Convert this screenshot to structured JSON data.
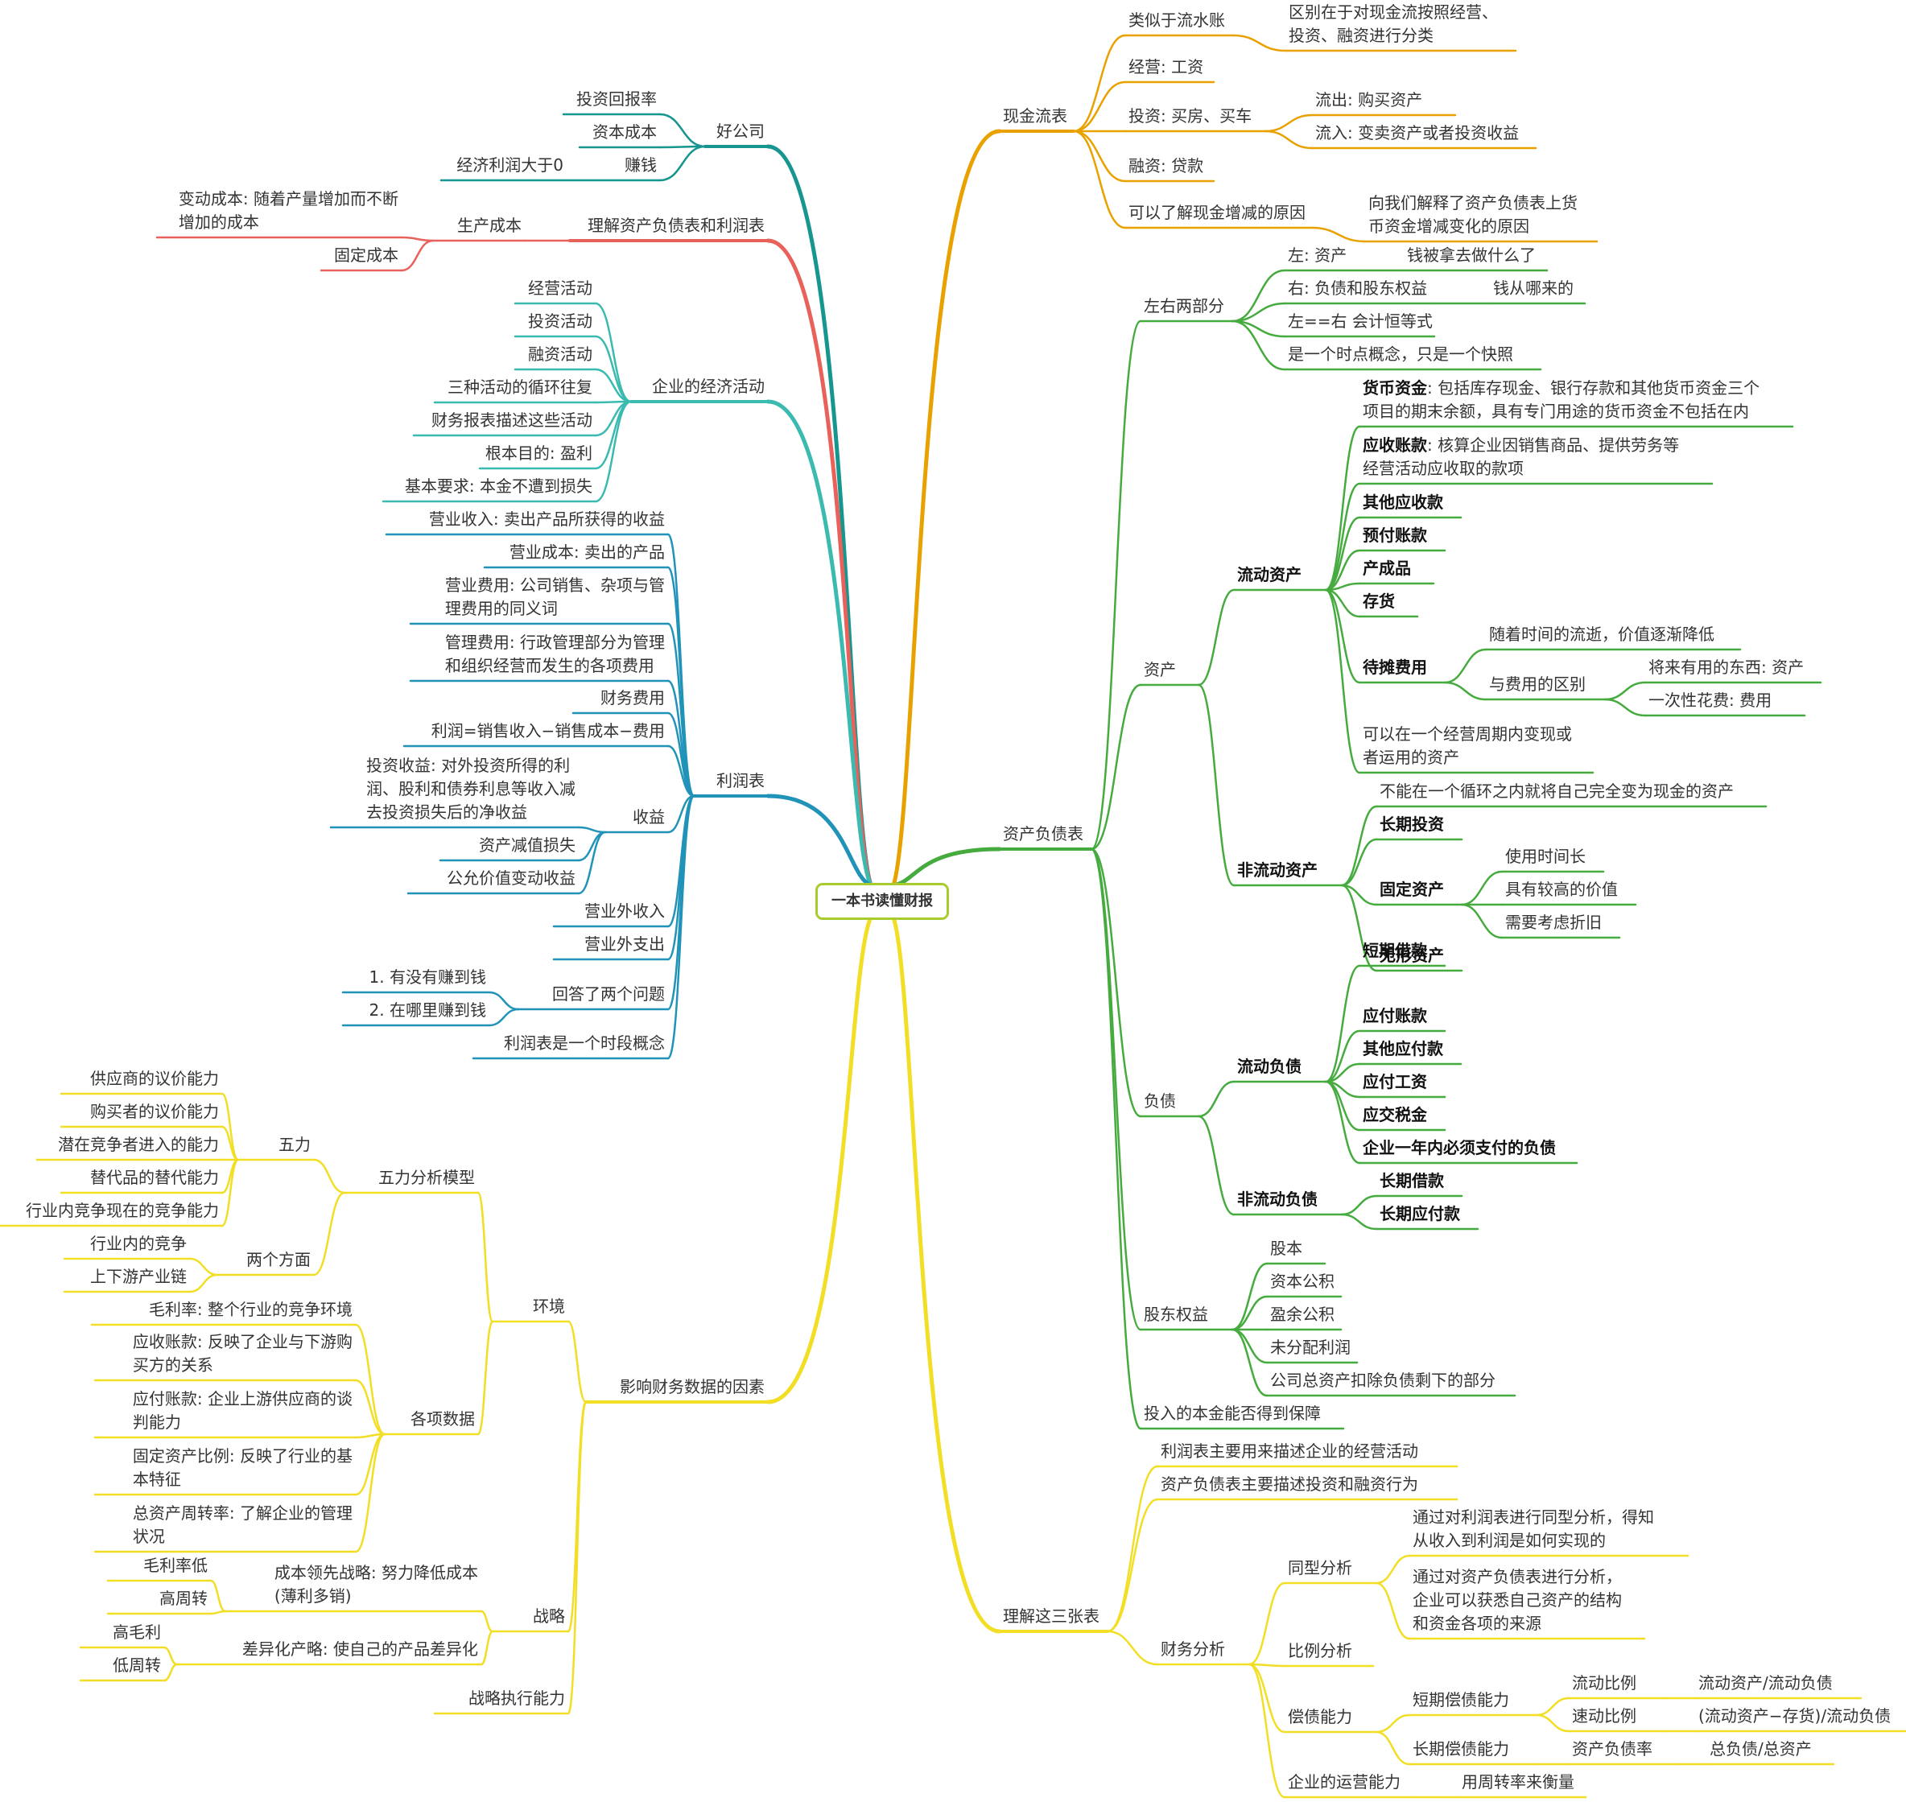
{
  "root": "一本书读懂财报",
  "colors": {
    "cash_flow": "#e9a100",
    "balance_sheet": "#46ab3e",
    "understand_three": "#f2de24",
    "factors": "#f2de24",
    "income_statement": "#2193b8",
    "economic_activities": "#3bbab0",
    "understand_bs_is": "#e8615a",
    "good_company": "#17958f",
    "root_border": "#a8cc2e"
  },
  "nodes": [
    {
      "id": "cf",
      "text": "现金流表"
    },
    {
      "id": "cf1",
      "text": "类似于流水账"
    },
    {
      "id": "cf1a",
      "text": "区别在于对现金流按照经营、\n投资、融资进行分类"
    },
    {
      "id": "cf2",
      "text": "经营: 工资"
    },
    {
      "id": "cf3",
      "text": "投资: 买房、买车"
    },
    {
      "id": "cf3a",
      "text": "流出: 购买资产"
    },
    {
      "id": "cf3b",
      "text": "流入: 变卖资产或者投资收益"
    },
    {
      "id": "cf4",
      "text": "融资: 贷款"
    },
    {
      "id": "cf5",
      "text": "可以了解现金增减的原因"
    },
    {
      "id": "cf5a",
      "text": "向我们解释了资产负债表上货\n币资金增减变化的原因"
    },
    {
      "id": "bs",
      "text": "资产负债表"
    },
    {
      "id": "bs1",
      "text": "左右两部分"
    },
    {
      "id": "bs1a",
      "text": "左: 资产"
    },
    {
      "id": "bs1a1",
      "text": "钱被拿去做什么了"
    },
    {
      "id": "bs1b",
      "text": "右: 负债和股东权益"
    },
    {
      "id": "bs1b1",
      "text": "钱从哪来的"
    },
    {
      "id": "bs1c",
      "text": "左==右 会计恒等式"
    },
    {
      "id": "bs1d",
      "text": "是一个时点概念，只是一个快照"
    },
    {
      "id": "as",
      "text": "资产"
    },
    {
      "id": "ca",
      "text": "流动资产"
    },
    {
      "id": "ca1",
      "bold_part": "货币资金",
      "rest": ": 包括库存现金、银行存款和其他货币资金三个\n项目的期末余额，具有专门用途的货币资金不包括在内"
    },
    {
      "id": "ca2",
      "bold_part": "应收账款",
      "rest": ": 核算企业因销售商品、提供劳务等\n经营活动应收取的款项"
    },
    {
      "id": "ca3",
      "text": "其他应收款"
    },
    {
      "id": "ca4",
      "text": "预付账款"
    },
    {
      "id": "ca5",
      "text": "产成品"
    },
    {
      "id": "ca6",
      "text": "存货"
    },
    {
      "id": "ca7",
      "text": "待摊费用"
    },
    {
      "id": "ca7a",
      "text": "随着时间的流逝，价值逐渐降低"
    },
    {
      "id": "ca7b",
      "text": "与费用的区别"
    },
    {
      "id": "ca7b1",
      "text": "将来有用的东西: 资产"
    },
    {
      "id": "ca7b2",
      "text": "一次性花费: 费用"
    },
    {
      "id": "ca8",
      "text": "可以在一个经营周期内变现或\n者运用的资产"
    },
    {
      "id": "nca",
      "text": "非流动资产"
    },
    {
      "id": "nca1",
      "text": "不能在一个循环之内就将自己完全变为现金的资产"
    },
    {
      "id": "nca2",
      "text": "长期投资"
    },
    {
      "id": "nca3",
      "text": "固定资产"
    },
    {
      "id": "nca3a",
      "text": "使用时间长"
    },
    {
      "id": "nca3b",
      "text": "具有较高的价值"
    },
    {
      "id": "nca3c",
      "text": "需要考虑折旧"
    },
    {
      "id": "nca4",
      "text": "无形资产"
    },
    {
      "id": "li",
      "text": "负债"
    },
    {
      "id": "cl",
      "text": "流动负债"
    },
    {
      "id": "cl1",
      "text": "短期借款"
    },
    {
      "id": "cl2",
      "text": "应付账款"
    },
    {
      "id": "cl3",
      "text": "其他应付款"
    },
    {
      "id": "cl4",
      "text": "应付工资"
    },
    {
      "id": "cl5",
      "text": "应交税金"
    },
    {
      "id": "cl6",
      "text": "企业一年内必须支付的负债"
    },
    {
      "id": "ncl",
      "text": "非流动负债"
    },
    {
      "id": "ncl1",
      "text": "长期借款"
    },
    {
      "id": "ncl2",
      "text": "长期应付款"
    },
    {
      "id": "eq",
      "text": "股东权益"
    },
    {
      "id": "eq1",
      "text": "股本"
    },
    {
      "id": "eq2",
      "text": "资本公积"
    },
    {
      "id": "eq3",
      "text": "盈余公积"
    },
    {
      "id": "eq4",
      "text": "未分配利润"
    },
    {
      "id": "eq5",
      "text": "公司总资产扣除负债剩下的部分"
    },
    {
      "id": "bs5",
      "text": "投入的本金能否得到保障"
    },
    {
      "id": "u3",
      "text": "理解这三张表"
    },
    {
      "id": "u3a",
      "text": "利润表主要用来描述企业的经营活动"
    },
    {
      "id": "u3b",
      "text": "资产负债表主要描述投资和融资行为"
    },
    {
      "id": "fa",
      "text": "财务分析"
    },
    {
      "id": "fa1",
      "text": "同型分析"
    },
    {
      "id": "fa1a",
      "text": "通过对利润表进行同型分析，得知\n从收入到利润是如何实现的"
    },
    {
      "id": "fa1b",
      "text": "通过对资产负债表进行分析，\n企业可以获悉自己资产的结构\n和资金各项的来源"
    },
    {
      "id": "fa2",
      "text": "比例分析"
    },
    {
      "id": "fa3",
      "text": "偿债能力"
    },
    {
      "id": "fa3a",
      "text": "短期偿债能力"
    },
    {
      "id": "fa3a1",
      "text": "流动比例"
    },
    {
      "id": "fa3a1v",
      "text": "流动资产/流动负债"
    },
    {
      "id": "fa3a2",
      "text": "速动比例"
    },
    {
      "id": "fa3a2v",
      "text": "(流动资产−存货)/流动负债"
    },
    {
      "id": "fa3b",
      "text": "长期偿债能力"
    },
    {
      "id": "fa3b1",
      "text": "资产负债率"
    },
    {
      "id": "fa3b1v",
      "text": "总负债/总资产"
    },
    {
      "id": "fa4",
      "text": "企业的运营能力"
    },
    {
      "id": "fa4a",
      "text": "用周转率来衡量"
    },
    {
      "id": "gc",
      "text": "好公司"
    },
    {
      "id": "gc1",
      "text": "投资回报率"
    },
    {
      "id": "gc2",
      "text": "资本成本"
    },
    {
      "id": "gc3",
      "text": "赚钱"
    },
    {
      "id": "gc3a",
      "text": "经济利润大于0"
    },
    {
      "id": "ub",
      "text": "理解资产负债表和利润表"
    },
    {
      "id": "pc",
      "text": "生产成本"
    },
    {
      "id": "pc1",
      "text": "变动成本: 随着产量增加而不断\n增加的成本"
    },
    {
      "id": "pc2",
      "text": "固定成本"
    },
    {
      "id": "ea",
      "text": "企业的经济活动"
    },
    {
      "id": "ea1",
      "text": "经营活动"
    },
    {
      "id": "ea2",
      "text": "投资活动"
    },
    {
      "id": "ea3",
      "text": "融资活动"
    },
    {
      "id": "ea4",
      "text": "三种活动的循环往复"
    },
    {
      "id": "ea5",
      "text": "财务报表描述这些活动"
    },
    {
      "id": "ea6",
      "text": "根本目的: 盈利"
    },
    {
      "id": "ea7",
      "text": "基本要求: 本金不遭到损失"
    },
    {
      "id": "is",
      "text": "利润表"
    },
    {
      "id": "is1",
      "text": "营业收入: 卖出产品所获得的收益"
    },
    {
      "id": "is2",
      "text": "营业成本: 卖出的产品"
    },
    {
      "id": "is3",
      "text": "营业费用: 公司销售、杂项与管\n理费用的同义词"
    },
    {
      "id": "is4",
      "text": "管理费用: 行政管理部分为管理\n和组织经营而发生的各项费用"
    },
    {
      "id": "is5",
      "text": "财务费用"
    },
    {
      "id": "is6",
      "text": "利润=销售收入−销售成本−费用"
    },
    {
      "id": "is7",
      "text": "收益"
    },
    {
      "id": "is7a",
      "text": "投资收益: 对外投资所得的利\n润、股利和债券利息等收入减\n去投资损失后的净收益"
    },
    {
      "id": "is7b",
      "text": "资产减值损失"
    },
    {
      "id": "is7c",
      "text": "公允价值变动收益"
    },
    {
      "id": "is8",
      "text": "营业外收入"
    },
    {
      "id": "is9",
      "text": "营业外支出"
    },
    {
      "id": "is10",
      "text": "回答了两个问题"
    },
    {
      "id": "is10a",
      "text": "1. 有没有赚到钱"
    },
    {
      "id": "is10b",
      "text": "2. 在哪里赚到钱"
    },
    {
      "id": "is11",
      "text": "利润表是一个时段概念"
    },
    {
      "id": "fx",
      "text": "影响财务数据的因素"
    },
    {
      "id": "env",
      "text": "环境"
    },
    {
      "id": "ff",
      "text": "五力分析模型"
    },
    {
      "id": "ff5",
      "text": "五力"
    },
    {
      "id": "ff5a",
      "text": "供应商的议价能力"
    },
    {
      "id": "ff5b",
      "text": "购买者的议价能力"
    },
    {
      "id": "ff5c",
      "text": "潜在竞争者进入的能力"
    },
    {
      "id": "ff5d",
      "text": "替代品的替代能力"
    },
    {
      "id": "ff5e",
      "text": "行业内竞争现在的竞争能力"
    },
    {
      "id": "ff2",
      "text": "两个方面"
    },
    {
      "id": "ff2a",
      "text": "行业内的竞争"
    },
    {
      "id": "ff2b",
      "text": "上下游产业链"
    },
    {
      "id": "gd",
      "text": "各项数据"
    },
    {
      "id": "gd1",
      "text": "毛利率: 整个行业的竞争环境"
    },
    {
      "id": "gd2",
      "text": "应收账款: 反映了企业与下游购\n买方的关系"
    },
    {
      "id": "gd3",
      "text": "应付账款: 企业上游供应商的谈\n判能力"
    },
    {
      "id": "gd4",
      "text": "固定资产比例: 反映了行业的基\n本特征"
    },
    {
      "id": "gd5",
      "text": "总资产周转率: 了解企业的管理\n状况"
    },
    {
      "id": "st",
      "text": "战略"
    },
    {
      "id": "st1",
      "text": "成本领先战略: 努力降低成本\n(薄利多销)"
    },
    {
      "id": "st1a",
      "text": "毛利率低"
    },
    {
      "id": "st1b",
      "text": "高周转"
    },
    {
      "id": "st2",
      "text": "差异化产略: 使自己的产品差异化"
    },
    {
      "id": "st2a",
      "text": "高毛利"
    },
    {
      "id": "st2b",
      "text": "低周转"
    },
    {
      "id": "ex",
      "text": "战略执行能力"
    }
  ]
}
